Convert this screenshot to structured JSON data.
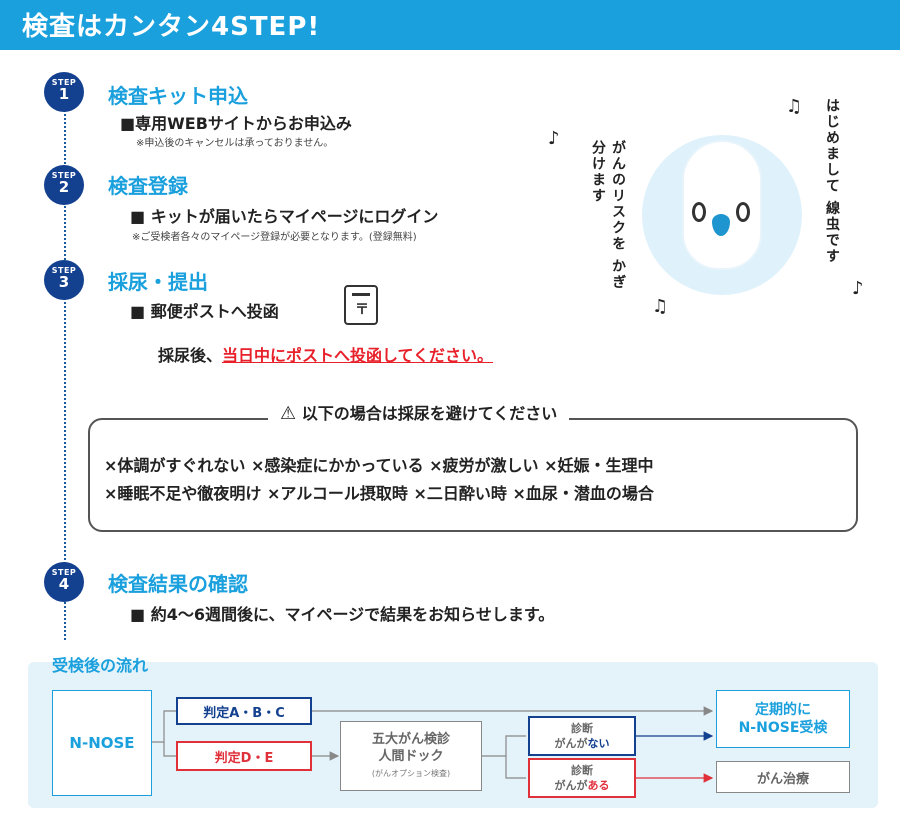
{
  "header": {
    "title": "検査はカンタン4STEP!"
  },
  "steps": [
    {
      "label": "STEP",
      "num": "1",
      "title": "検査キット申込",
      "line": "■専用WEBサイトからお申込み",
      "note": "※申込後のキャンセルは承っておりません。"
    },
    {
      "label": "STEP",
      "num": "2",
      "title": "検査登録",
      "line": "■ キットが届いたらマイページにログイン",
      "note": "※ご受検者各々のマイページ登録が必要となります。(登録無料)"
    },
    {
      "label": "STEP",
      "num": "3",
      "title": "採尿・提出",
      "line": "■ 郵便ポストへ投函",
      "sub_prefix": "採尿後、",
      "sub_highlight": "当日中にポストへ投函してください。"
    },
    {
      "label": "STEP",
      "num": "4",
      "title": "検査結果の確認",
      "line": "■ 約4～6週間後に、マイページで結果をお知らせします。"
    }
  ],
  "post_mark": "〒",
  "mascot": {
    "left_text": "がんのリスクを かぎ分けます",
    "right_text": "はじめまして 線虫です"
  },
  "warning": {
    "icon": "⚠",
    "title": "以下の場合は採尿を避けてください",
    "row1": "×体調がすぐれない ×感染症にかかっている ×疲労が激しい ×妊娠・生理中",
    "row2": "×睡眠不足や徹夜明け ×アルコール摂取時 ×二日酔い時 ×血尿・潜血の場合"
  },
  "flow": {
    "title": "受検後の流れ",
    "n_nose": "N-NOSE",
    "judge_abc": "判定A・B・C",
    "judge_de": "判定D・E",
    "godai_1": "五大がん検診",
    "godai_2": "人間ドック",
    "godai_small": "(がんオプション検査)",
    "shindan_label": "診断",
    "nai_prefix": "がんが",
    "nai_em": "ない",
    "aru_prefix": "がんが",
    "aru_em": "ある",
    "teiki_1": "定期的に",
    "teiki_2": "N-NOSE受検",
    "chiryo": "がん治療"
  },
  "colors": {
    "accent": "#1aa0dd",
    "navy": "#13408f",
    "red": "#e0303a"
  }
}
